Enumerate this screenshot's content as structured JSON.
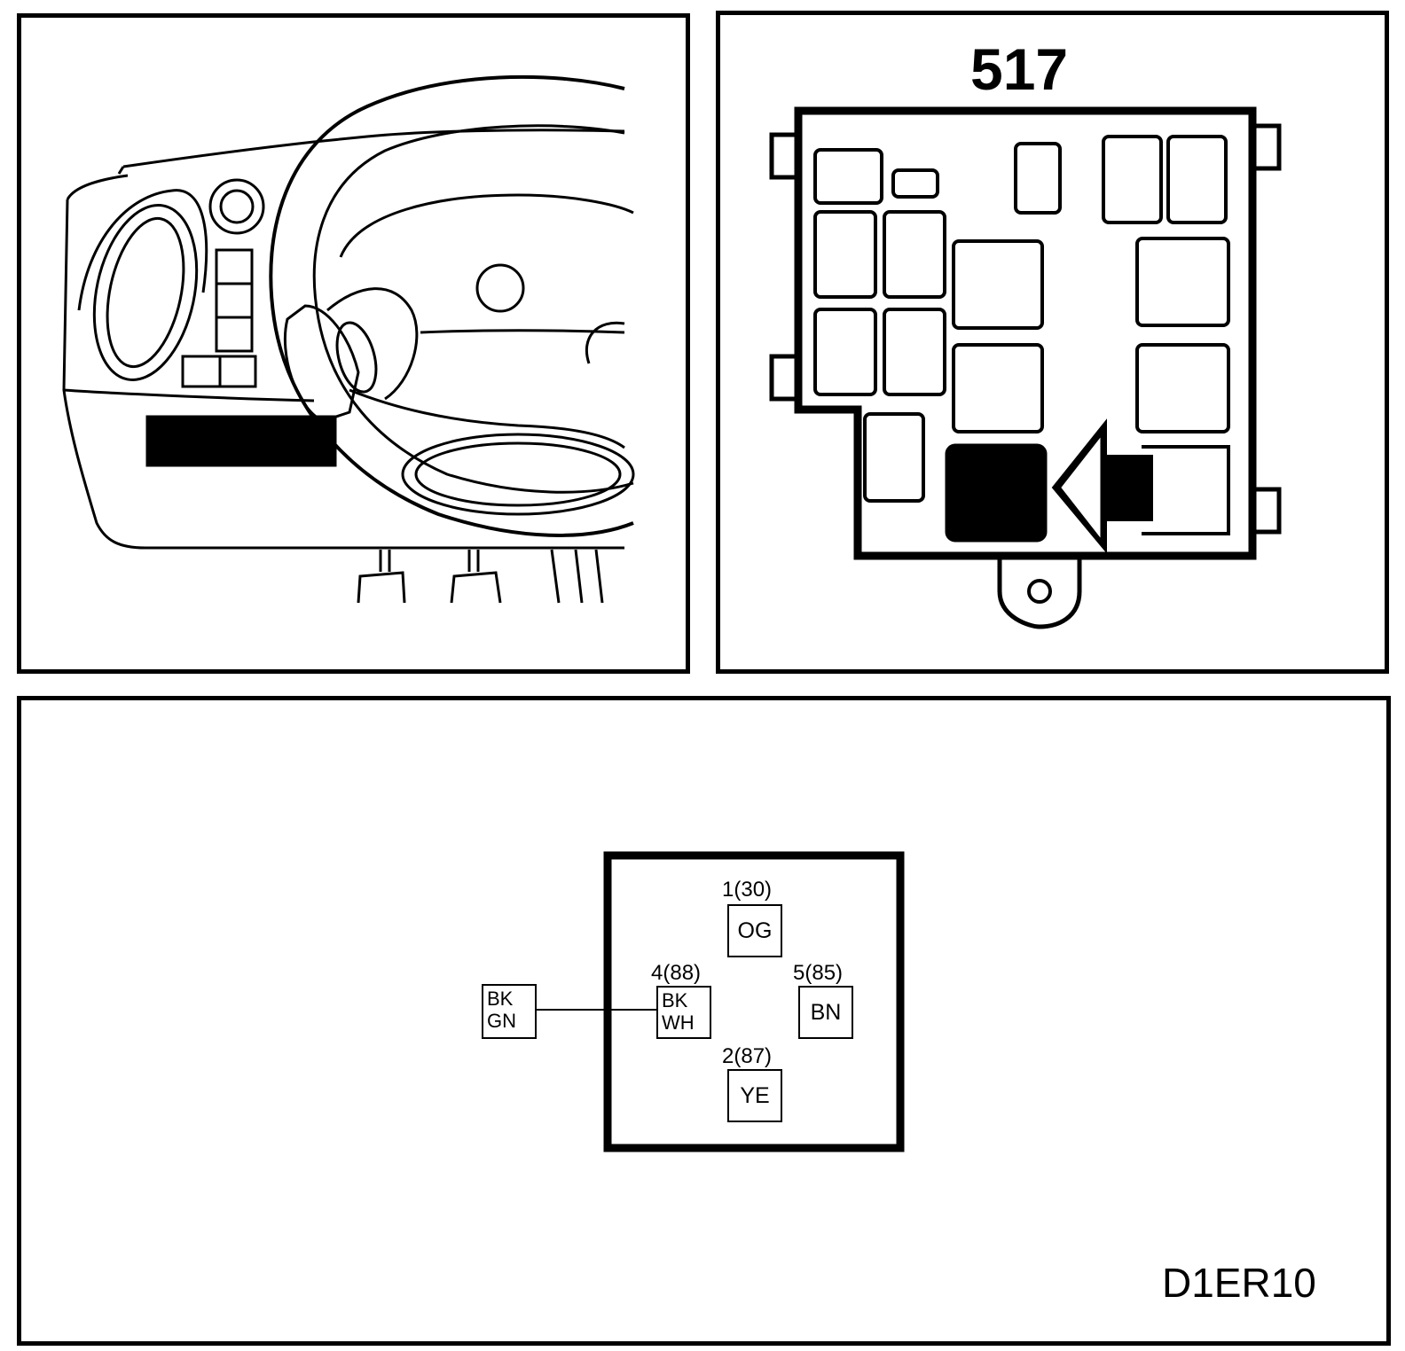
{
  "fuse_box": {
    "number": "517"
  },
  "figure_code": "D1ER10",
  "relay": {
    "pins": [
      {
        "id": "1",
        "label": "1(30)",
        "wire": "OG"
      },
      {
        "id": "4",
        "label": "4(88)",
        "wire": [
          "BK",
          "WH"
        ]
      },
      {
        "id": "5",
        "label": "5(85)",
        "wire": "BN"
      },
      {
        "id": "2",
        "label": "2(87)",
        "wire": "YE"
      }
    ],
    "external_wire": [
      "BK",
      "GN"
    ]
  }
}
